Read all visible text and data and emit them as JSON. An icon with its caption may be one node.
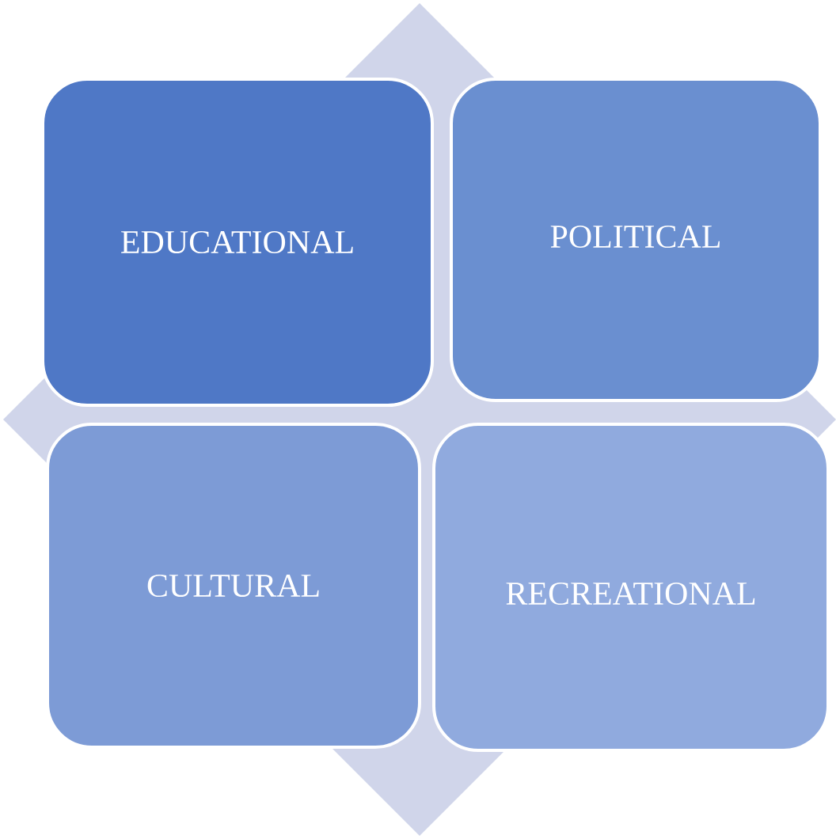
{
  "diagram": {
    "nodes": [
      {
        "text": [
          "EDUCATIONAL"
        ]
      },
      {
        "text": [
          "POLITICAL"
        ]
      },
      {
        "text": [
          "CULTURAL"
        ]
      },
      {
        "text": [
          "RECREATIONAL"
        ]
      }
    ]
  }
}
